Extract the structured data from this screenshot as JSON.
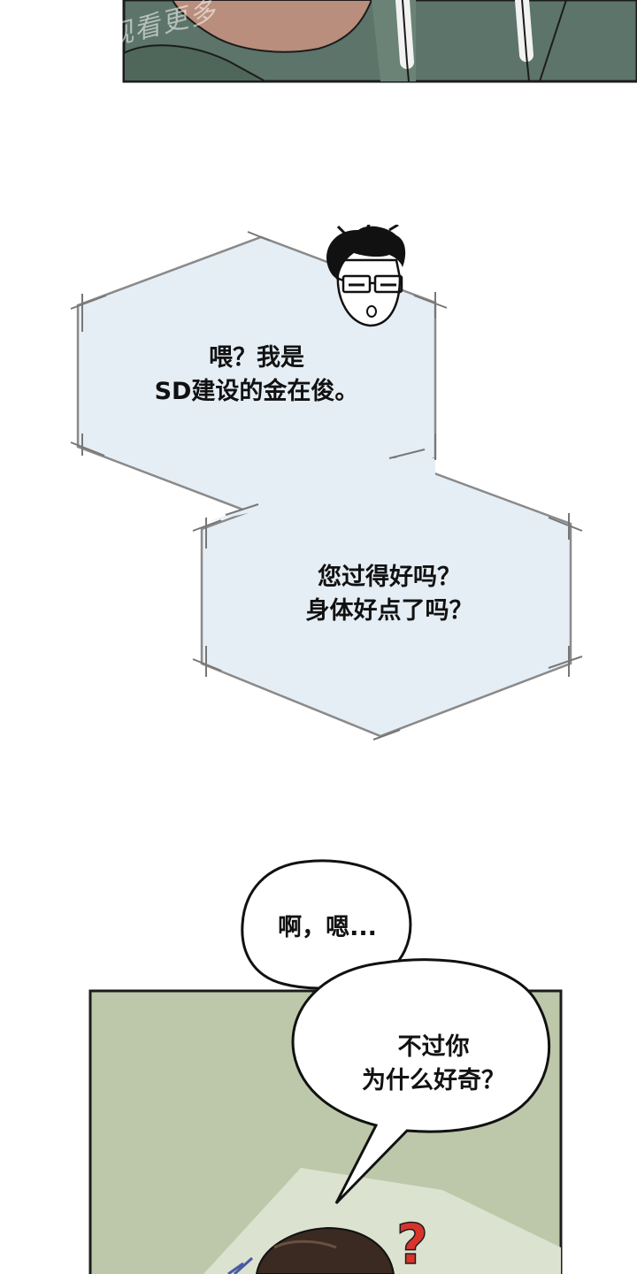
{
  "watermark": {
    "text": "观看更多"
  },
  "phone_call": {
    "line1": "喂？我是",
    "line2": "SD建设的金在俊。",
    "line3": "您过得好吗？",
    "line4": "身体好点了吗？"
  },
  "speech": {
    "bubble1": "啊，嗯...",
    "bubble2_line1": "不过你",
    "bubble2_line2": "为什么好奇？"
  },
  "colors": {
    "panel_top": "#5c7469",
    "hex_fill": "#e6eef5",
    "panel_bottom": "#bcc8a9",
    "question_mark": "#d8342c"
  }
}
